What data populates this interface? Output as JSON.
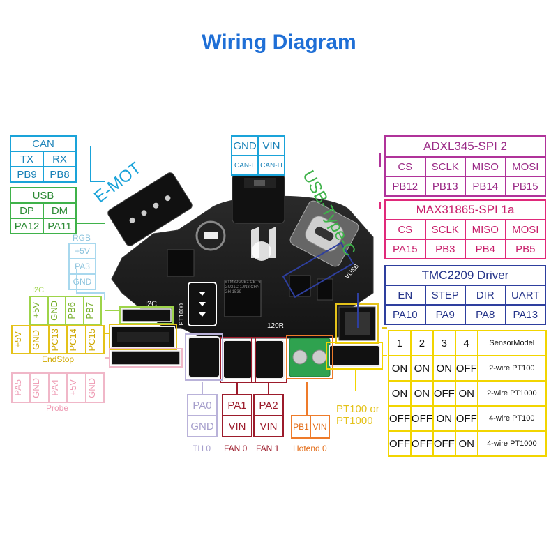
{
  "title": "Wiring Diagram",
  "can": {
    "header": "CAN",
    "cols": [
      "TX",
      "RX"
    ],
    "pins": [
      "PB9",
      "PB8"
    ]
  },
  "usb": {
    "header": "USB",
    "cols": [
      "DP",
      "DM"
    ],
    "pins": [
      "PA12",
      "PA11"
    ]
  },
  "canh": {
    "cols": [
      "GND",
      "VIN"
    ],
    "pins": [
      "CAN-L",
      "CAN-H"
    ]
  },
  "emot_label": "E-MOT",
  "usbc_label": "USB-Type-C",
  "adxl": {
    "header": "ADXL345-SPI 2",
    "cols": [
      "CS",
      "SCLK",
      "MISO",
      "MOSI"
    ],
    "pins": [
      "PB12",
      "PB13",
      "PB14",
      "PB15"
    ]
  },
  "max": {
    "header": "MAX31865-SPI 1a",
    "cols": [
      "CS",
      "SCLK",
      "MISO",
      "MOSI"
    ],
    "pins": [
      "PA15",
      "PB3",
      "PB4",
      "PB5"
    ]
  },
  "tmc": {
    "header": "TMC2209 Driver",
    "cols": [
      "EN",
      "STEP",
      "DIR",
      "UART"
    ],
    "pins": [
      "PA10",
      "PA9",
      "PA8",
      "PA13"
    ]
  },
  "rgb": {
    "header": "RGB",
    "rows": [
      "+5V",
      "PA3",
      "GND"
    ]
  },
  "i2c": {
    "header": "I2C",
    "cols": [
      "+5V",
      "GND",
      "PB6",
      "PB7"
    ]
  },
  "endstop": {
    "footer": "EndStop",
    "cols": [
      "+5V",
      "GND",
      "PC13",
      "PC14",
      "PC15"
    ]
  },
  "probe": {
    "footer": "Probe",
    "cols": [
      "PA5",
      "GND",
      "PA4",
      "+5V",
      "GND"
    ]
  },
  "th0": {
    "rows": [
      "PA0",
      "GND"
    ],
    "footer": "TH 0"
  },
  "fan0": {
    "rows": [
      "PA1",
      "VIN"
    ],
    "footer": "FAN 0"
  },
  "fan1": {
    "rows": [
      "PA2",
      "VIN"
    ],
    "footer": "FAN 1"
  },
  "hotend": {
    "cols": [
      "PB1",
      "VIN"
    ],
    "footer": "Hotend 0"
  },
  "pt_label": "PT100 or\nPT1000",
  "sensor": {
    "header": [
      "1",
      "2",
      "3",
      "4",
      "SensorModel"
    ],
    "rows": [
      [
        "ON",
        "ON",
        "ON",
        "OFF",
        "2-wire PT100"
      ],
      [
        "ON",
        "ON",
        "OFF",
        "ON",
        "2-wire PT1000"
      ],
      [
        "OFF",
        "OFF",
        "ON",
        "OFF",
        "4-wire PT100"
      ],
      [
        "OFF",
        "OFF",
        "OFF",
        "ON",
        "4-wire PT1000"
      ]
    ]
  },
  "board": {
    "silk_i2c": "I2C",
    "silk_120r": "120R",
    "silk_pt1000": "PT1000",
    "silk_vusb": "VUSB",
    "chip_text": "STM32G0B1 CBT6 GU21C 1JN3 CHN GH 1539"
  },
  "colors": {
    "title": "#1f6fd6",
    "board": "#1e1e1e"
  }
}
